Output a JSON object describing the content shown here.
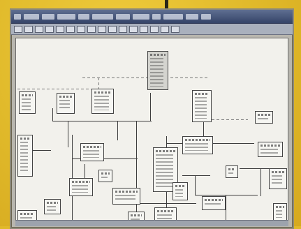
{
  "colors": {
    "background": "#e0b92a",
    "titlebar": "#354469",
    "canvas": "#f2f1ec",
    "line": "#3d3d3d"
  },
  "icons": {
    "title_chip": "window-title-glyph",
    "toolbar_button": "toolbar-tool-icon"
  },
  "diagram": {
    "block_count": 23,
    "connector_style": "orthogonal-wires"
  }
}
